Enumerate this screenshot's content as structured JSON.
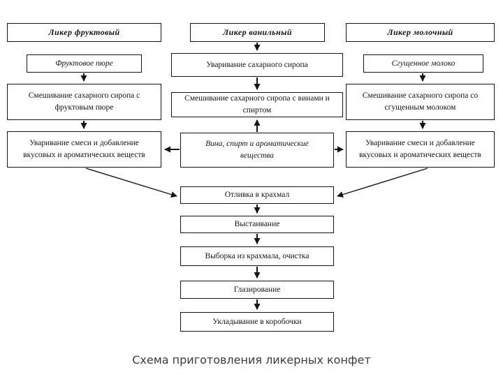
{
  "diagram": {
    "caption": "Схема приготовления ликерных конфет",
    "colors": {
      "background": "#ffffff",
      "box_border": "#141414",
      "box_fill": "#ffffff",
      "text": "#141414",
      "caption_text": "#3b3b3b"
    },
    "columns": {
      "fruit": {
        "title": "Ликер фруктовый",
        "ingredient": "Фруктовое пюре",
        "mixing": "Смешивание сахарного сиропа с фруктовым пюре",
        "boiling": "Уваривание смеси и добавление вкусовых и ароматических веществ"
      },
      "vanilla": {
        "title": "Ликер ванильный",
        "syrup_boiling": "Уваривание сахарного сиропа",
        "mixing": "Смешивание сахарного сиропа с винами и спиртом",
        "additives": "Вина, спирт и ароматические вещества"
      },
      "milk": {
        "title": "Ликер молочный",
        "ingredient": "Сгущенное молоко",
        "mixing": "Смешивание сахарного сиропа со сгущенным молоком",
        "boiling": "Уваривание смеси и добавление вкусовых и ароматических веществ"
      }
    },
    "shared_steps": [
      "Отливка в крахмал",
      "Выстаивание",
      "Выборка из крахмала, очистка",
      "Глазирование",
      "Укладывание в коробочки"
    ]
  }
}
